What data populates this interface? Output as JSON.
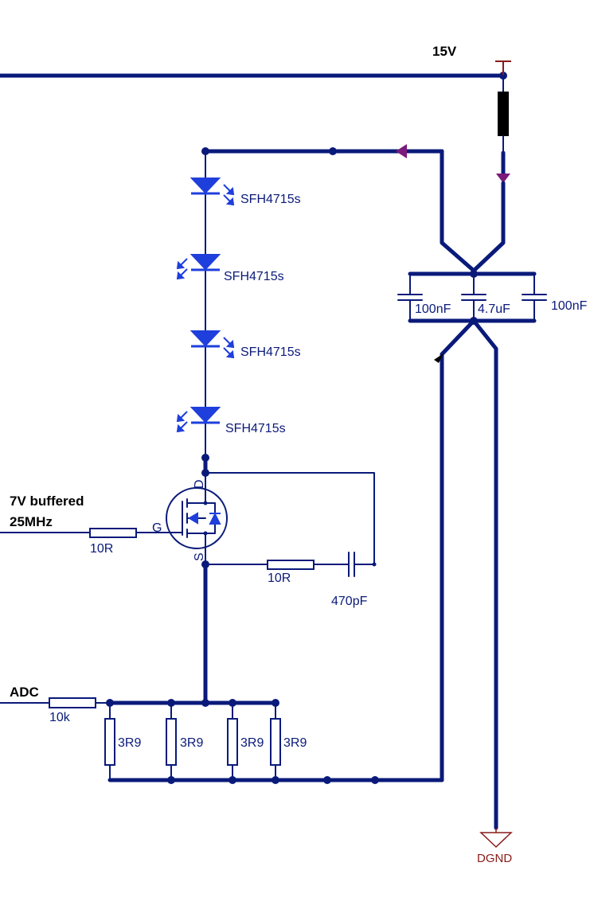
{
  "supply": {
    "label": "15V",
    "ground_label": "DGND"
  },
  "leds": [
    {
      "label": "SFH4715s"
    },
    {
      "label": "SFH4715s"
    },
    {
      "label": "SFH4715s"
    },
    {
      "label": "SFH4715s"
    }
  ],
  "mosfet": {
    "gate_pin": "G",
    "drain_pin": "D",
    "source_pin": "S"
  },
  "inputs": {
    "gate_drive_line1": "7V buffered",
    "gate_drive_line2": "25MHz",
    "adc": "ADC"
  },
  "resistors": {
    "gate": "10R",
    "snubber": "10R",
    "adc": "10k",
    "sense": [
      "3R9",
      "3R9",
      "3R9",
      "3R9"
    ]
  },
  "capacitors": {
    "snubber": "470pF",
    "decoupling": [
      "100nF",
      "4.7uF",
      "100nF"
    ]
  },
  "colors": {
    "wire": "#0a1a7a",
    "led": "#1f3fdc",
    "ground": "#8b1a1a",
    "port_arrow": "#7b1a7b"
  }
}
